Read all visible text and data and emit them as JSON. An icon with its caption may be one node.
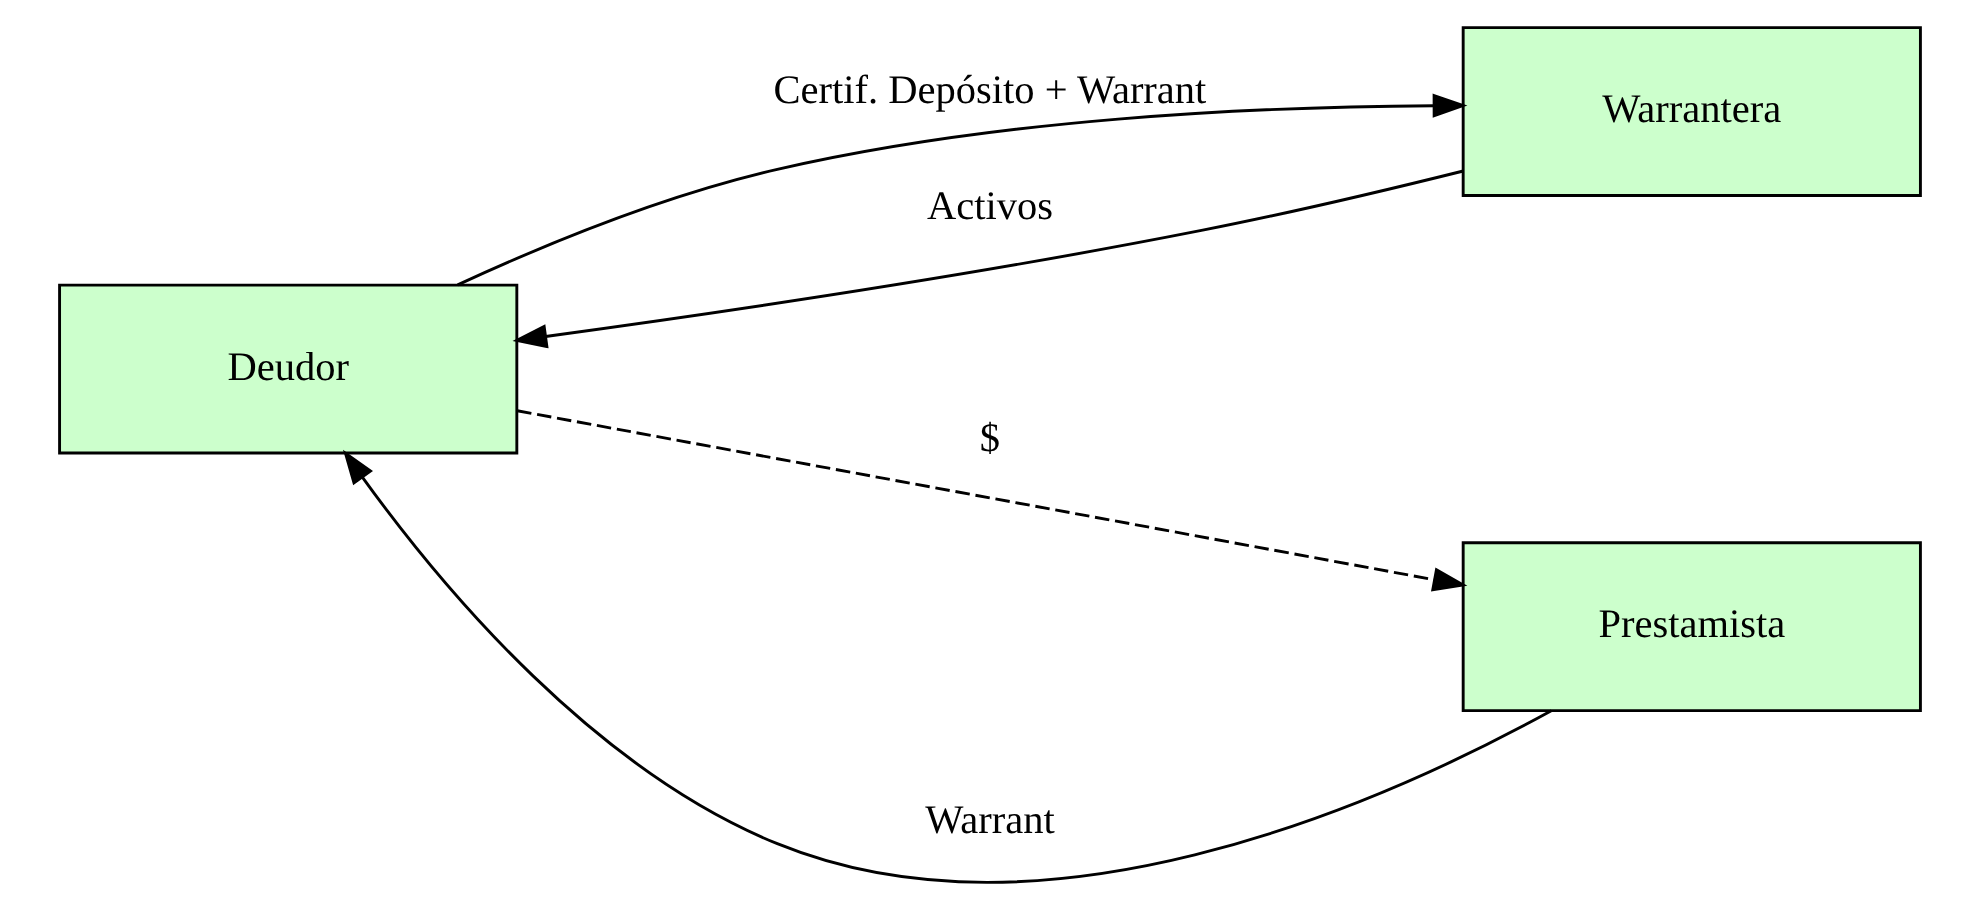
{
  "diagram": {
    "nodes": [
      {
        "text": [
          "Deudor"
        ]
      },
      {
        "text": [
          "Warrantera"
        ]
      },
      {
        "text": [
          "Prestamista"
        ]
      }
    ],
    "edges": [
      {
        "from": 0,
        "to": 1,
        "arrow": "to",
        "label": "Certif. Depósito + Warrant"
      },
      {
        "from": 1,
        "to": 0,
        "arrow": "to",
        "label": "Activos"
      },
      {
        "from": 2,
        "to": 0,
        "arrow": "to",
        "label": "Warrant"
      },
      {
        "from": 0,
        "to": 2,
        "arrow": "to",
        "label": "$",
        "style": "dashed"
      }
    ]
  }
}
